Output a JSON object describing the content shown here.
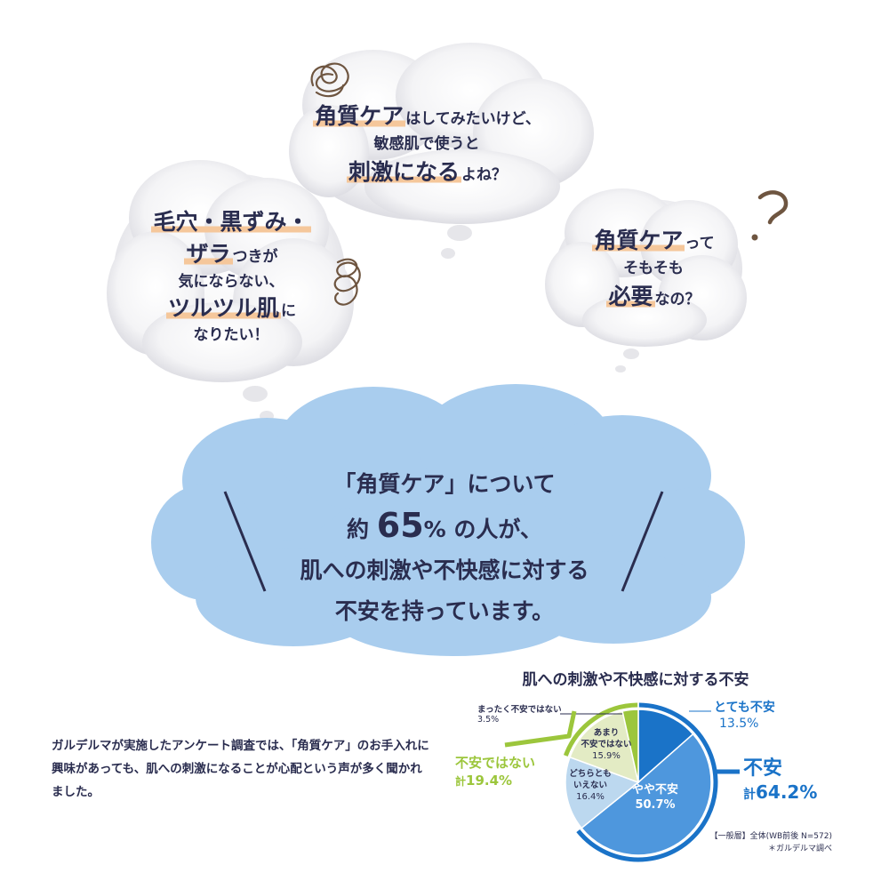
{
  "colors": {
    "cloud_gray_center": "#ffffff",
    "cloud_gray_edge": "#dcdce2",
    "cloud_blue": "#a9cdee",
    "text_navy": "#2a2d4f",
    "highlight": "#f5c79b",
    "scribble_brown": "#6e5540",
    "blue_dark": "#1a73c8",
    "blue_mid": "#4e97dd",
    "blue_light": "#bcd8ef",
    "green": "#9cc63c",
    "green_light": "#e3ebc4"
  },
  "bubbles": {
    "top": {
      "line1_hl": "角質ケア",
      "line1_rest": "はしてみたいけど、",
      "line2": "敏感肌で使うと",
      "line3_hl": "刺激になる",
      "line3_rest": "よね？"
    },
    "left": {
      "line1_hl": "毛穴・黒ずみ・",
      "line2_hl": "ザラ",
      "line2_rest": "つきが",
      "line3": "気にならない、",
      "line4_hl": "ツルツル肌",
      "line4_rest": "に",
      "line5": "なりたい！"
    },
    "right": {
      "line1_hl": "角質ケア",
      "line1_rest": "って",
      "line2": "そもそも",
      "line3_hl": "必要",
      "line3_rest": "なの？"
    }
  },
  "main_message": {
    "line1": "「角質ケア」について",
    "line2_pre": "約",
    "line2_num": "65",
    "line2_post": "% の人が、",
    "line3": "肌への刺激や不快感に対する",
    "line4": "不安を持っています。"
  },
  "body_text": "ガルデルマが実施したアンケート調査では、「角質ケア」のお手入れに興味があっても、肌への刺激になることが心配という声が多く聞かれました。",
  "chart_data": {
    "type": "pie",
    "title": "肌への刺激や不快感に対する不安",
    "slices": [
      {
        "label": "とても不安",
        "value": 13.5,
        "value_label": "13.5%",
        "color": "#1a73c8"
      },
      {
        "label": "やや不安",
        "value": 50.7,
        "value_label": "50.7%",
        "color": "#4e97dd"
      },
      {
        "label": "どちらともいえない",
        "value": 16.4,
        "value_label": "16.4%",
        "color": "#bcd8ef"
      },
      {
        "label": "あまり不安ではない",
        "value": 15.9,
        "value_label": "15.9%",
        "color": "#e3ebc4"
      },
      {
        "label": "まったく不安ではない",
        "value": 3.5,
        "value_label": "3.5%",
        "color": "#9cc63c"
      }
    ],
    "groups": [
      {
        "label": "不安",
        "total_label": "計64.2%",
        "total_prefix": "計",
        "total_value": "64.2%",
        "color": "#1a73c8"
      },
      {
        "label": "不安ではない",
        "total_label": "計19.4%",
        "total_prefix": "計",
        "total_value": "19.4%",
        "color": "#9cc63c"
      }
    ],
    "inner_labels": {
      "yaya": "やや不安",
      "dochira1": "どちらとも",
      "dochira2": "いえない",
      "amari1": "あまり",
      "amari2": "不安ではない"
    },
    "note1": "【一般層】全体(WB前後 N=572)",
    "note2": "＊ガルデルマ調べ"
  }
}
